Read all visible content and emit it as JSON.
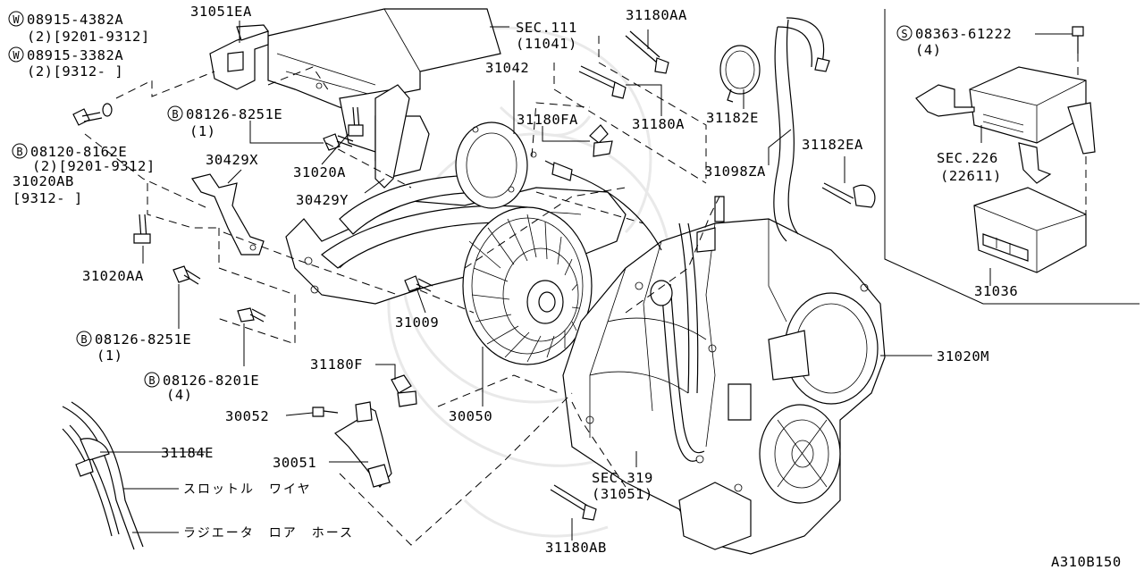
{
  "diagram_code": "A310B150",
  "callouts": {
    "w1_part": "08915-4382A",
    "w1_qty": "(2)[9201-9312]",
    "w2_part": "08915-3382A",
    "w2_qty": "(2)[9312-    ]",
    "p31051ea": "31051EA",
    "sec111": "SEC.111",
    "sec111_ref": "(11041)",
    "p31180aa": "31180AA",
    "s_part": "08363-61222",
    "s_qty": "(4)",
    "b1_part": "08126-8251E",
    "b1_qty": "(1)",
    "p31042": "31042",
    "p31180fa": "31180FA",
    "p31180a": "31180A",
    "p31182e": "31182E",
    "b2_part": "08120-8162E",
    "b2_qty": "(2)[9201-9312]",
    "p31020ab": "31020AB",
    "p31020ab_range": "[9312-    ]",
    "p30429x": "30429X",
    "p31020a": "31020A",
    "p30429y": "30429Y",
    "p31098za": "31098ZA",
    "p31182ea": "31182EA",
    "sec226": "SEC.226",
    "sec226_ref": "(22611)",
    "p31020aa": "31020AA",
    "p31009": "31009",
    "b3_part": "08126-8251E",
    "b3_qty": "(1)",
    "b4_part": "08126-8201E",
    "b4_qty": "(4)",
    "p31180f": "31180F",
    "p30052": "30052",
    "p30050": "30050",
    "p30051": "30051",
    "p31184e": "31184E",
    "throttle_wire": "スロットル　ワイヤ",
    "radiator_hose": "ラジエータ　ロア　ホース",
    "sec319": "SEC.319",
    "sec319_ref": "(31051)",
    "p31180ab": "31180AB",
    "p31036": "31036",
    "p31020m": "31020M"
  },
  "symbols": {
    "w": "W",
    "b": "B",
    "s": "S"
  }
}
